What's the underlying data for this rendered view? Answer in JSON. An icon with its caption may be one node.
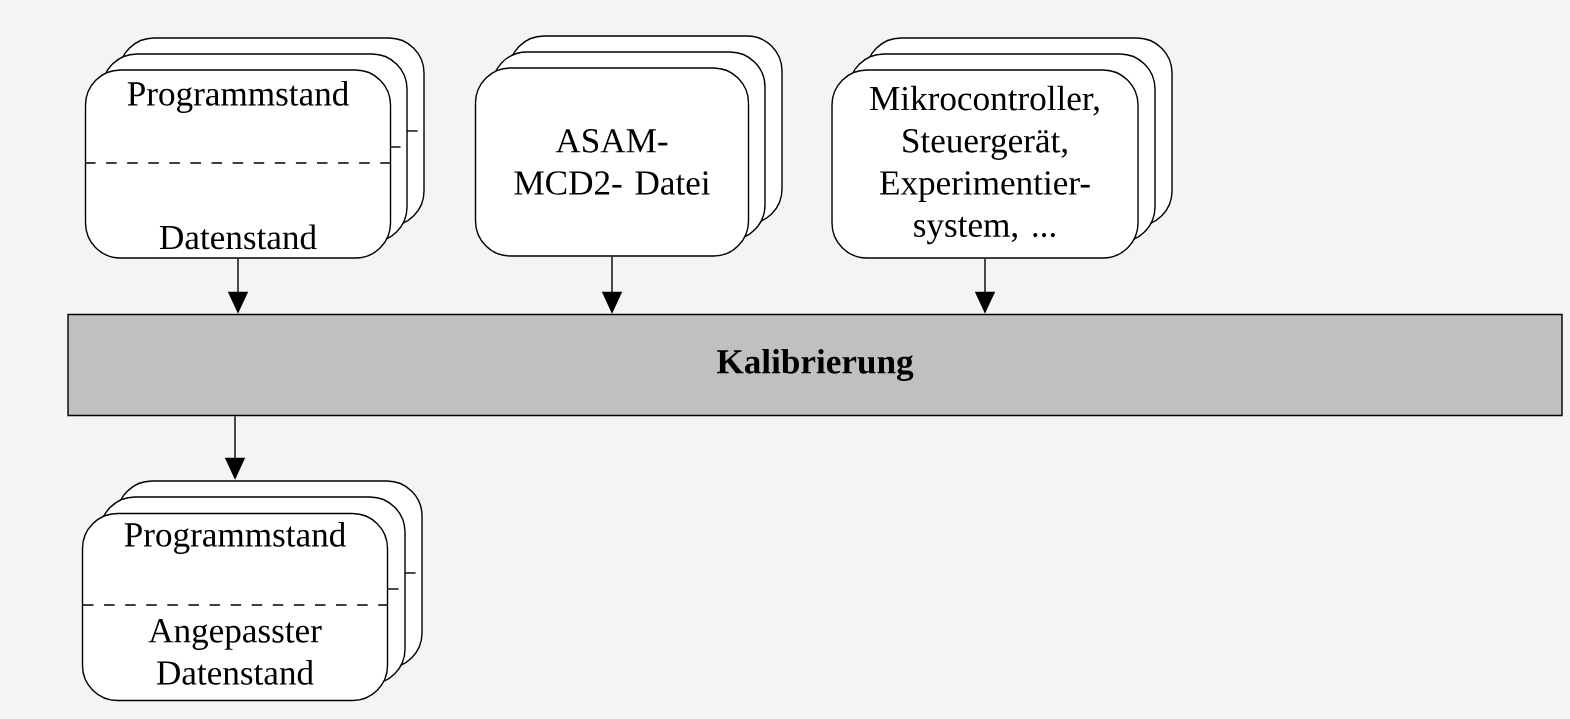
{
  "diagram": {
    "nodes": [
      {
        "text": [
          "Programmstand",
          "Datenstand"
        ]
      },
      {
        "text": [
          "ASAM-MCD2- Datei"
        ]
      },
      {
        "text": [
          "Mikrocontroller, Steuergerät, Experimentier- system, ..."
        ]
      },
      {
        "text": [
          "Kalibrierung"
        ]
      },
      {
        "text": [
          "Programmstand",
          "Angepasster Datenstand"
        ]
      }
    ],
    "edges": [
      {
        "from": 0,
        "to": 3,
        "arrow": "to"
      },
      {
        "from": 1,
        "to": 3,
        "arrow": "to"
      },
      {
        "from": 2,
        "to": 3,
        "arrow": "to"
      },
      {
        "from": 3,
        "to": 4,
        "arrow": "to"
      }
    ]
  }
}
